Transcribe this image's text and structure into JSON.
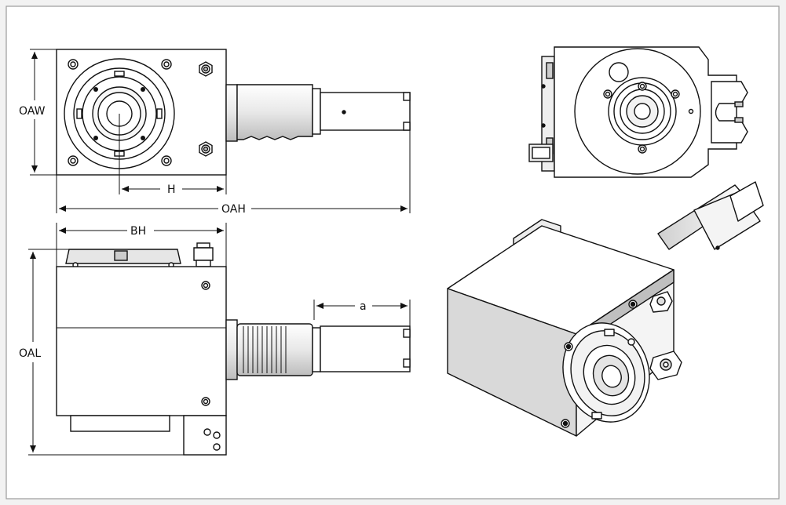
{
  "labels": {
    "oaw": "OAW",
    "h": "H",
    "oah": "OAH",
    "bh": "BH",
    "oal": "OAL",
    "a": "a"
  },
  "colors": {
    "stroke": "#111111",
    "body_fill": "#ffffff",
    "shade": "#d9d9d9",
    "dark_shade": "#9a9a9a",
    "background": "#f2f2f2",
    "frame": "#9b9b9b"
  }
}
